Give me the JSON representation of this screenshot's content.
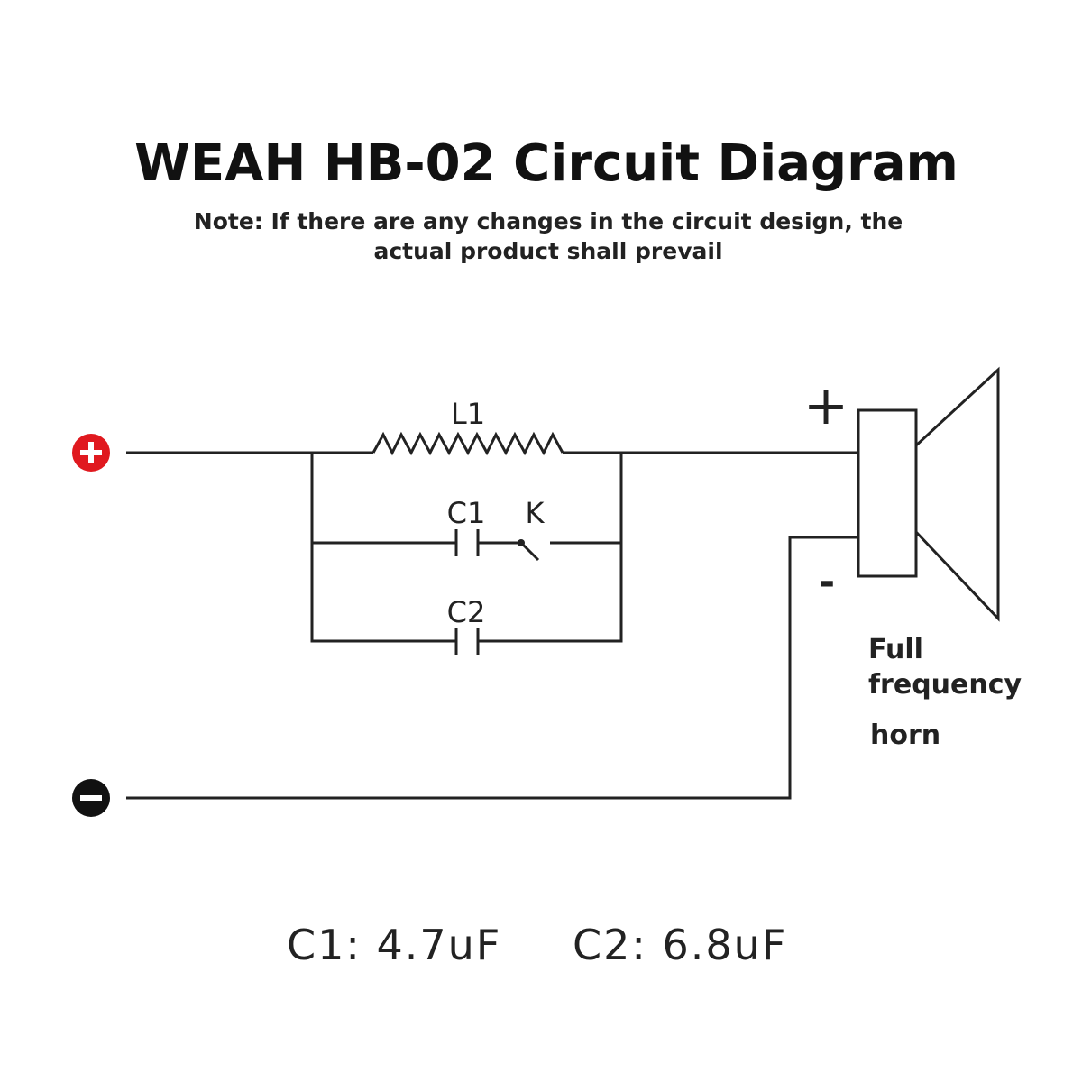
{
  "title": "WEAH HB-02 Circuit Diagram",
  "note_line1": "Note: If there are any changes in the circuit design, the",
  "note_line2": "actual product shall prevail",
  "components": {
    "inductor": "L1",
    "cap1": "C1",
    "switch": "K",
    "cap2": "C2"
  },
  "speaker": {
    "plus": "+",
    "minus": "-",
    "label_line1": "Full",
    "label_line2": "frequency",
    "label_line3": "horn"
  },
  "values": {
    "c1": "C1: 4.7uF",
    "c2": "C2: 6.8uF"
  },
  "colors": {
    "positive": "#e0191f",
    "negative": "#111111"
  }
}
